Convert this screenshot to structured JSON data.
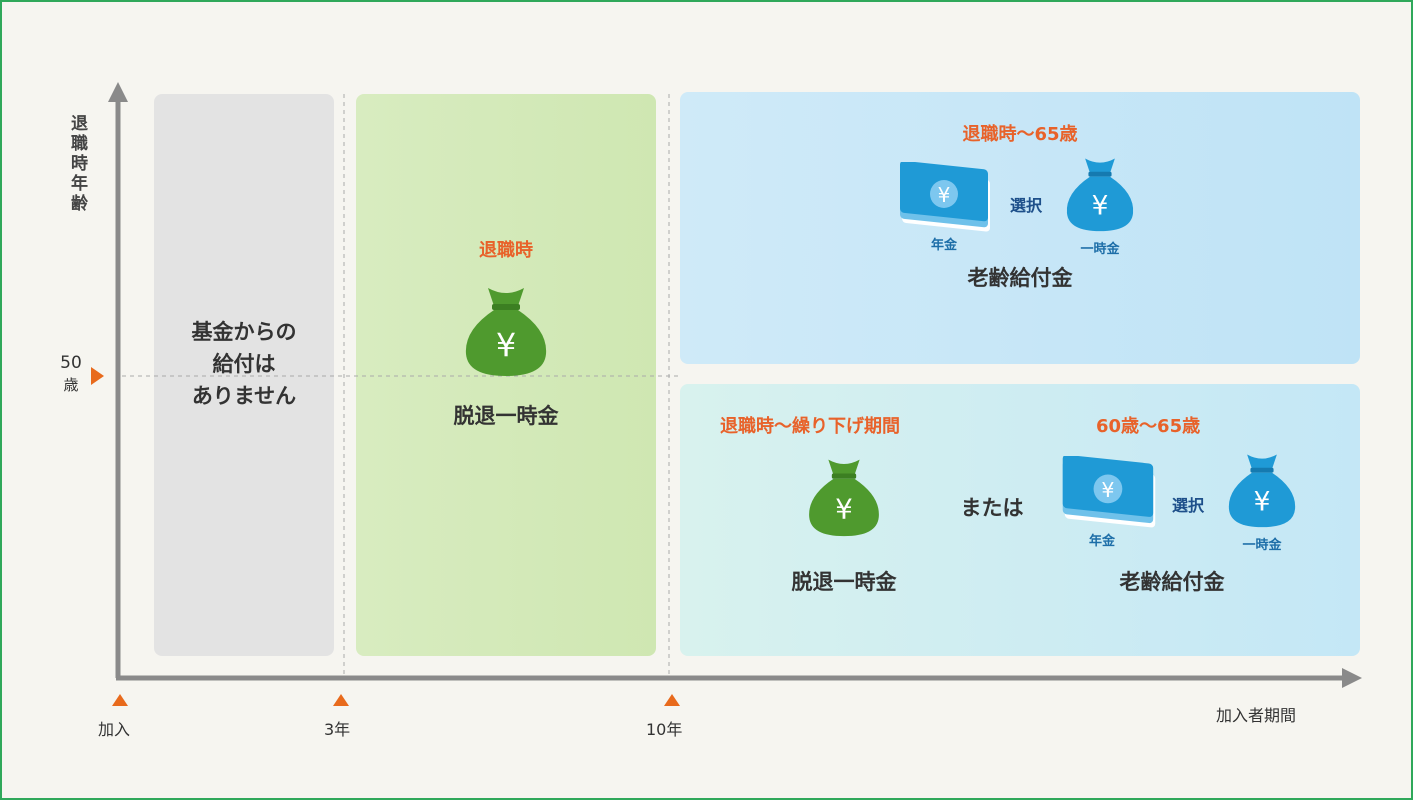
{
  "axis": {
    "y_label": "退職時年齢",
    "y_marker": "50歳",
    "y_marker_num": "50",
    "y_marker_unit": "歳",
    "x_label": "加入者期間",
    "x_ticks": [
      "加入",
      "3年",
      "10年"
    ]
  },
  "zones": {
    "under3": {
      "text_lines": [
        "基金からの",
        "給付は",
        "ありません"
      ]
    },
    "from3to10": {
      "period": "退職時",
      "benefit": "脱退一時金",
      "icon": "money-bag-yen"
    },
    "over10_upper": {
      "period": "退職時〜65歳",
      "pension_label": "年金",
      "choice_label": "選択",
      "lump_label": "一時金",
      "benefit": "老齢給付金"
    },
    "over10_lower": {
      "left_period": "退職時〜繰り下げ期間",
      "left_benefit": "脱退一時金",
      "or_text": "または",
      "right_period": "60歳〜65歳",
      "pension_label": "年金",
      "choice_label": "選択",
      "lump_label": "一時金",
      "right_benefit": "老齢給付金"
    }
  },
  "colors": {
    "accent_orange": "#e8622a",
    "bag_green": "#4f9a2e",
    "bag_blue": "#1f9ad6",
    "frame_green": "#2fa85a"
  }
}
